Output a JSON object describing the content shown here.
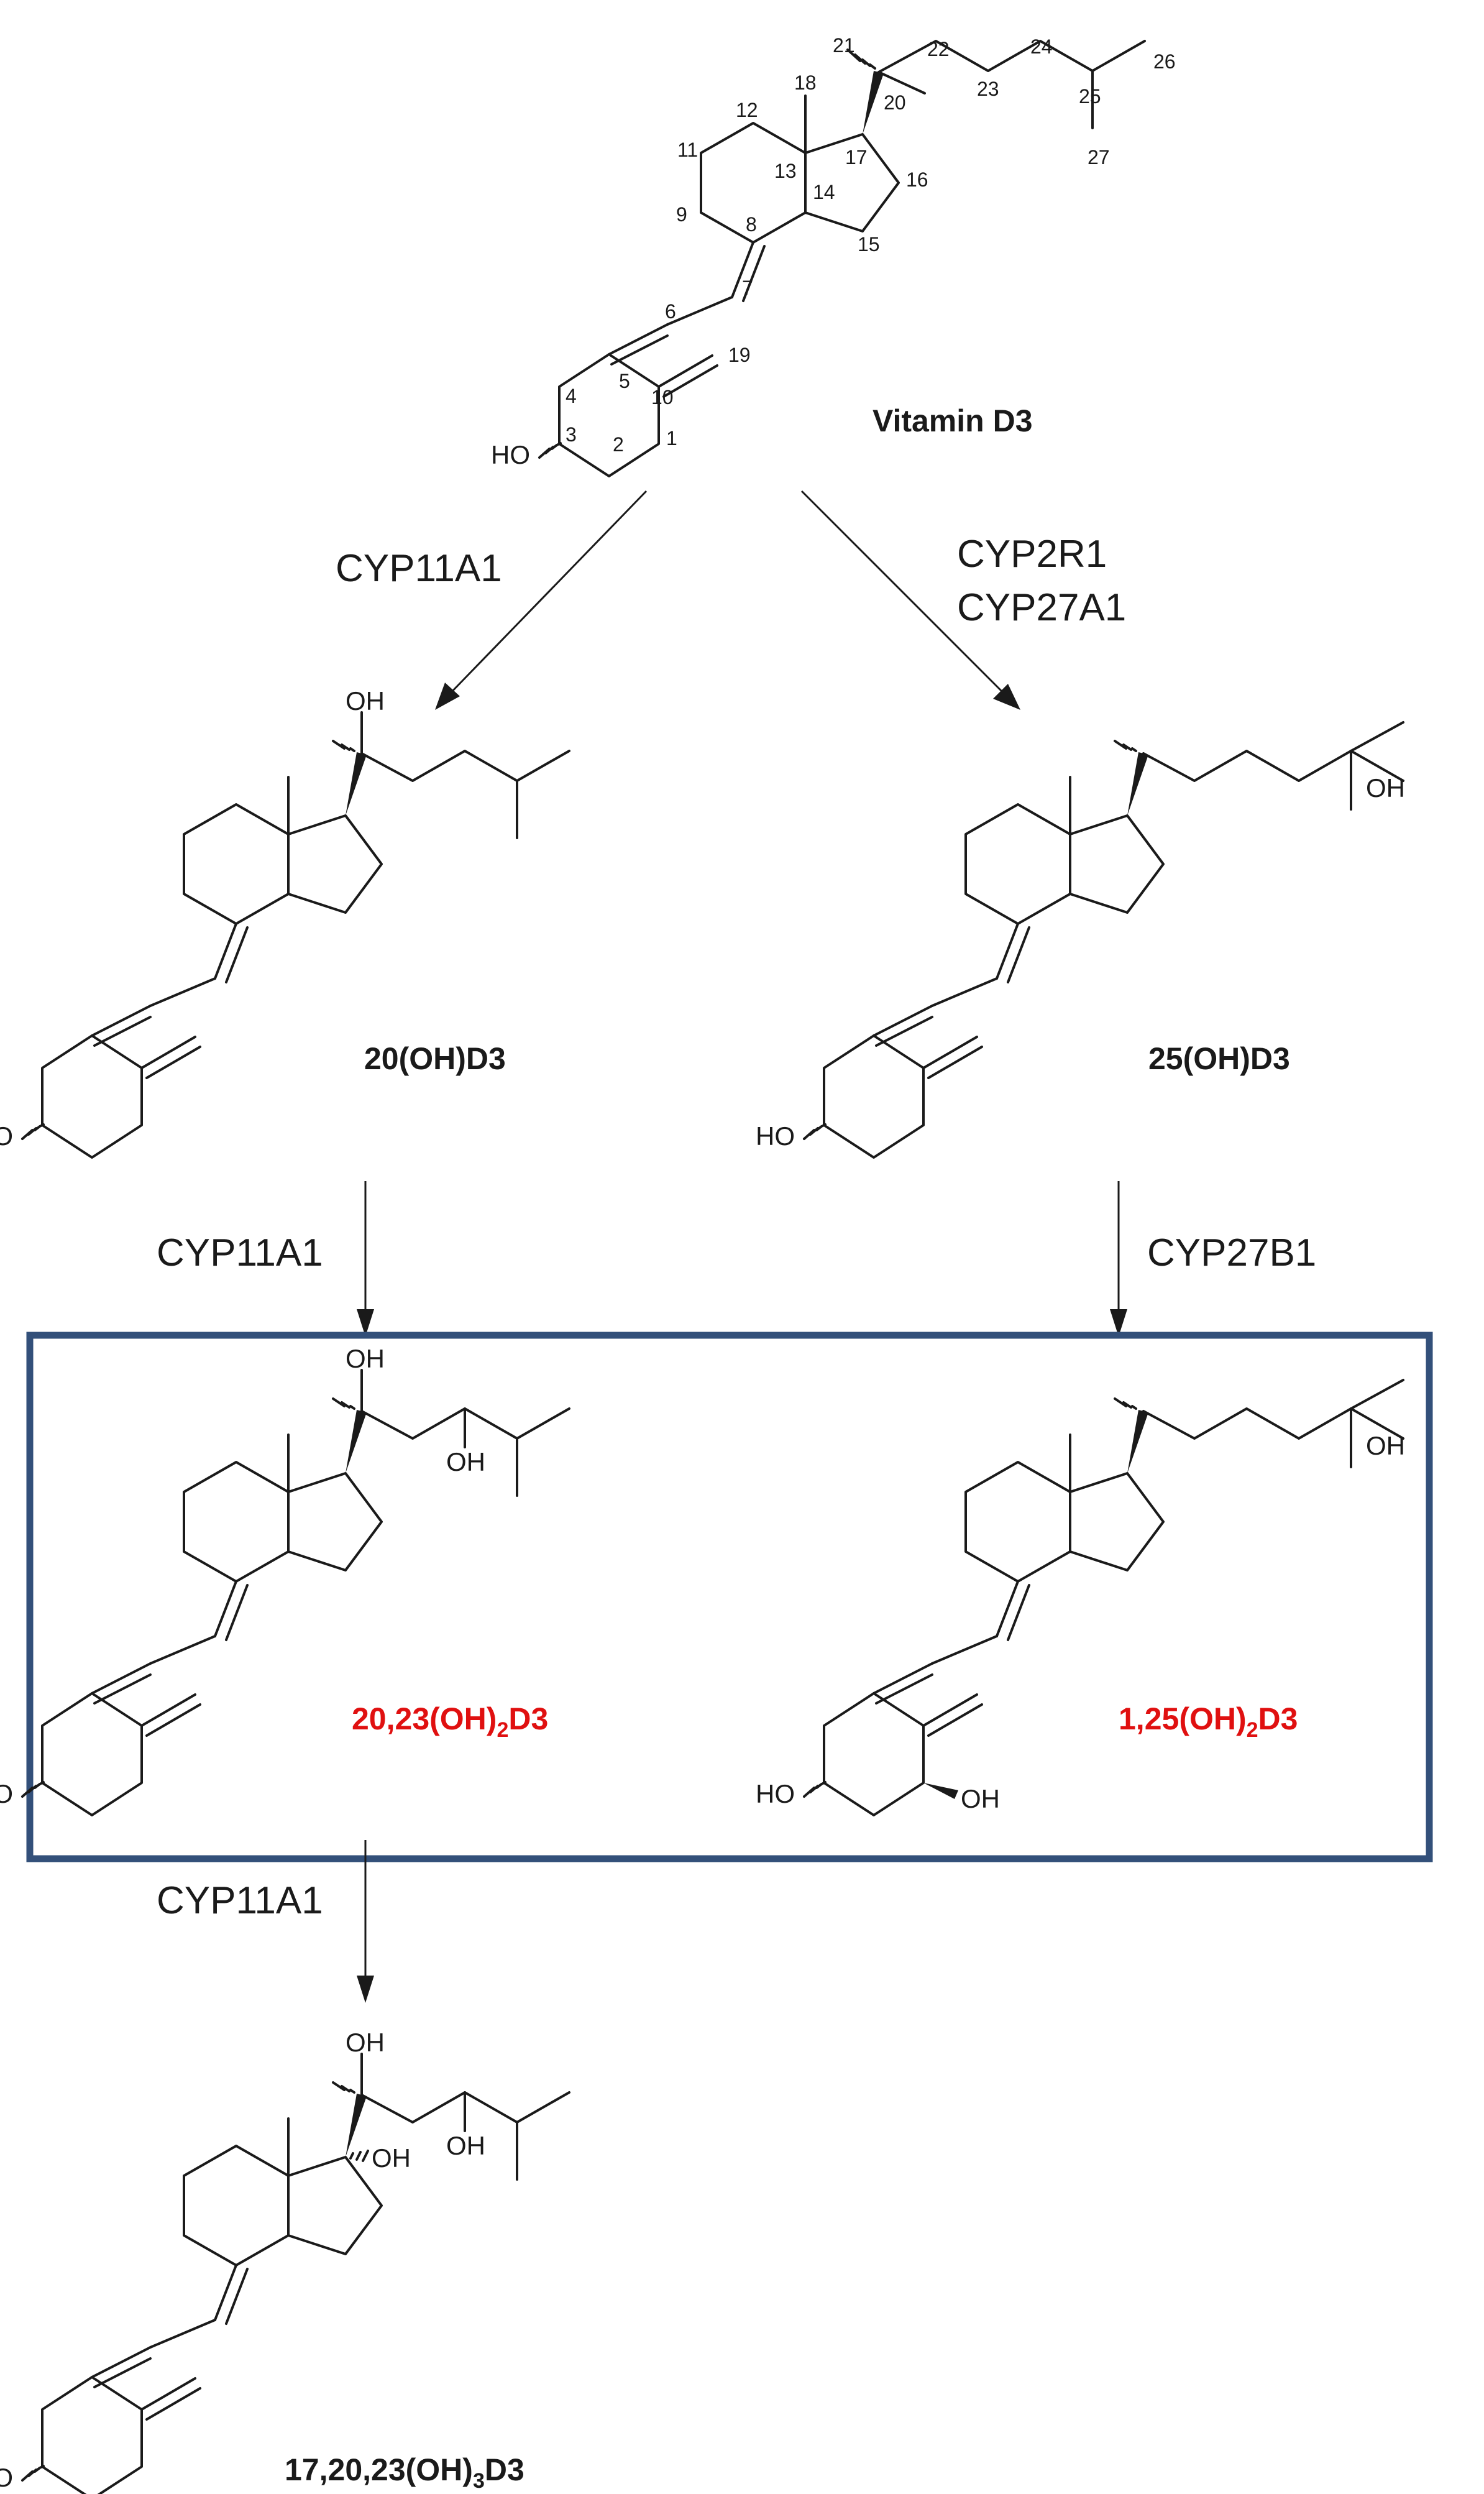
{
  "compounds": {
    "vitd3": {
      "name": "Vitamin D3",
      "color": "#1a1a1a"
    },
    "oh20": {
      "name": "20(OH)D3",
      "color": "#1a1a1a"
    },
    "oh25": {
      "name": "25(OH)D3",
      "color": "#1a1a1a"
    },
    "oh2023": {
      "pre": "20,23(OH)",
      "sub": "2",
      "post": "D3",
      "color": "#e01010"
    },
    "oh125": {
      "pre": "1,25(OH)",
      "sub": "2",
      "post": "D3",
      "color": "#e01010"
    },
    "oh172023": {
      "pre": "17,20,23(OH)",
      "sub": "3",
      "post": "D3",
      "color": "#1a1a1a"
    }
  },
  "enzymes": {
    "cyp11a1_a": "CYP11A1",
    "cyp2r1": "CYP2R1",
    "cyp27a1": "CYP27A1",
    "cyp11a1_b": "CYP11A1",
    "cyp27b1": "CYP27B1",
    "cyp11a1_c": "CYP11A1"
  },
  "atom_labels": {
    "ho": "HO",
    "oh": "OH"
  },
  "carbon_numbers": [
    "1",
    "2",
    "3",
    "4",
    "5",
    "6",
    "7",
    "8",
    "9",
    "10",
    "11",
    "12",
    "13",
    "14",
    "15",
    "16",
    "17",
    "18",
    "19",
    "20",
    "21",
    "22",
    "23",
    "24",
    "25",
    "26",
    "27"
  ],
  "highlight_box_color": "#33507a"
}
